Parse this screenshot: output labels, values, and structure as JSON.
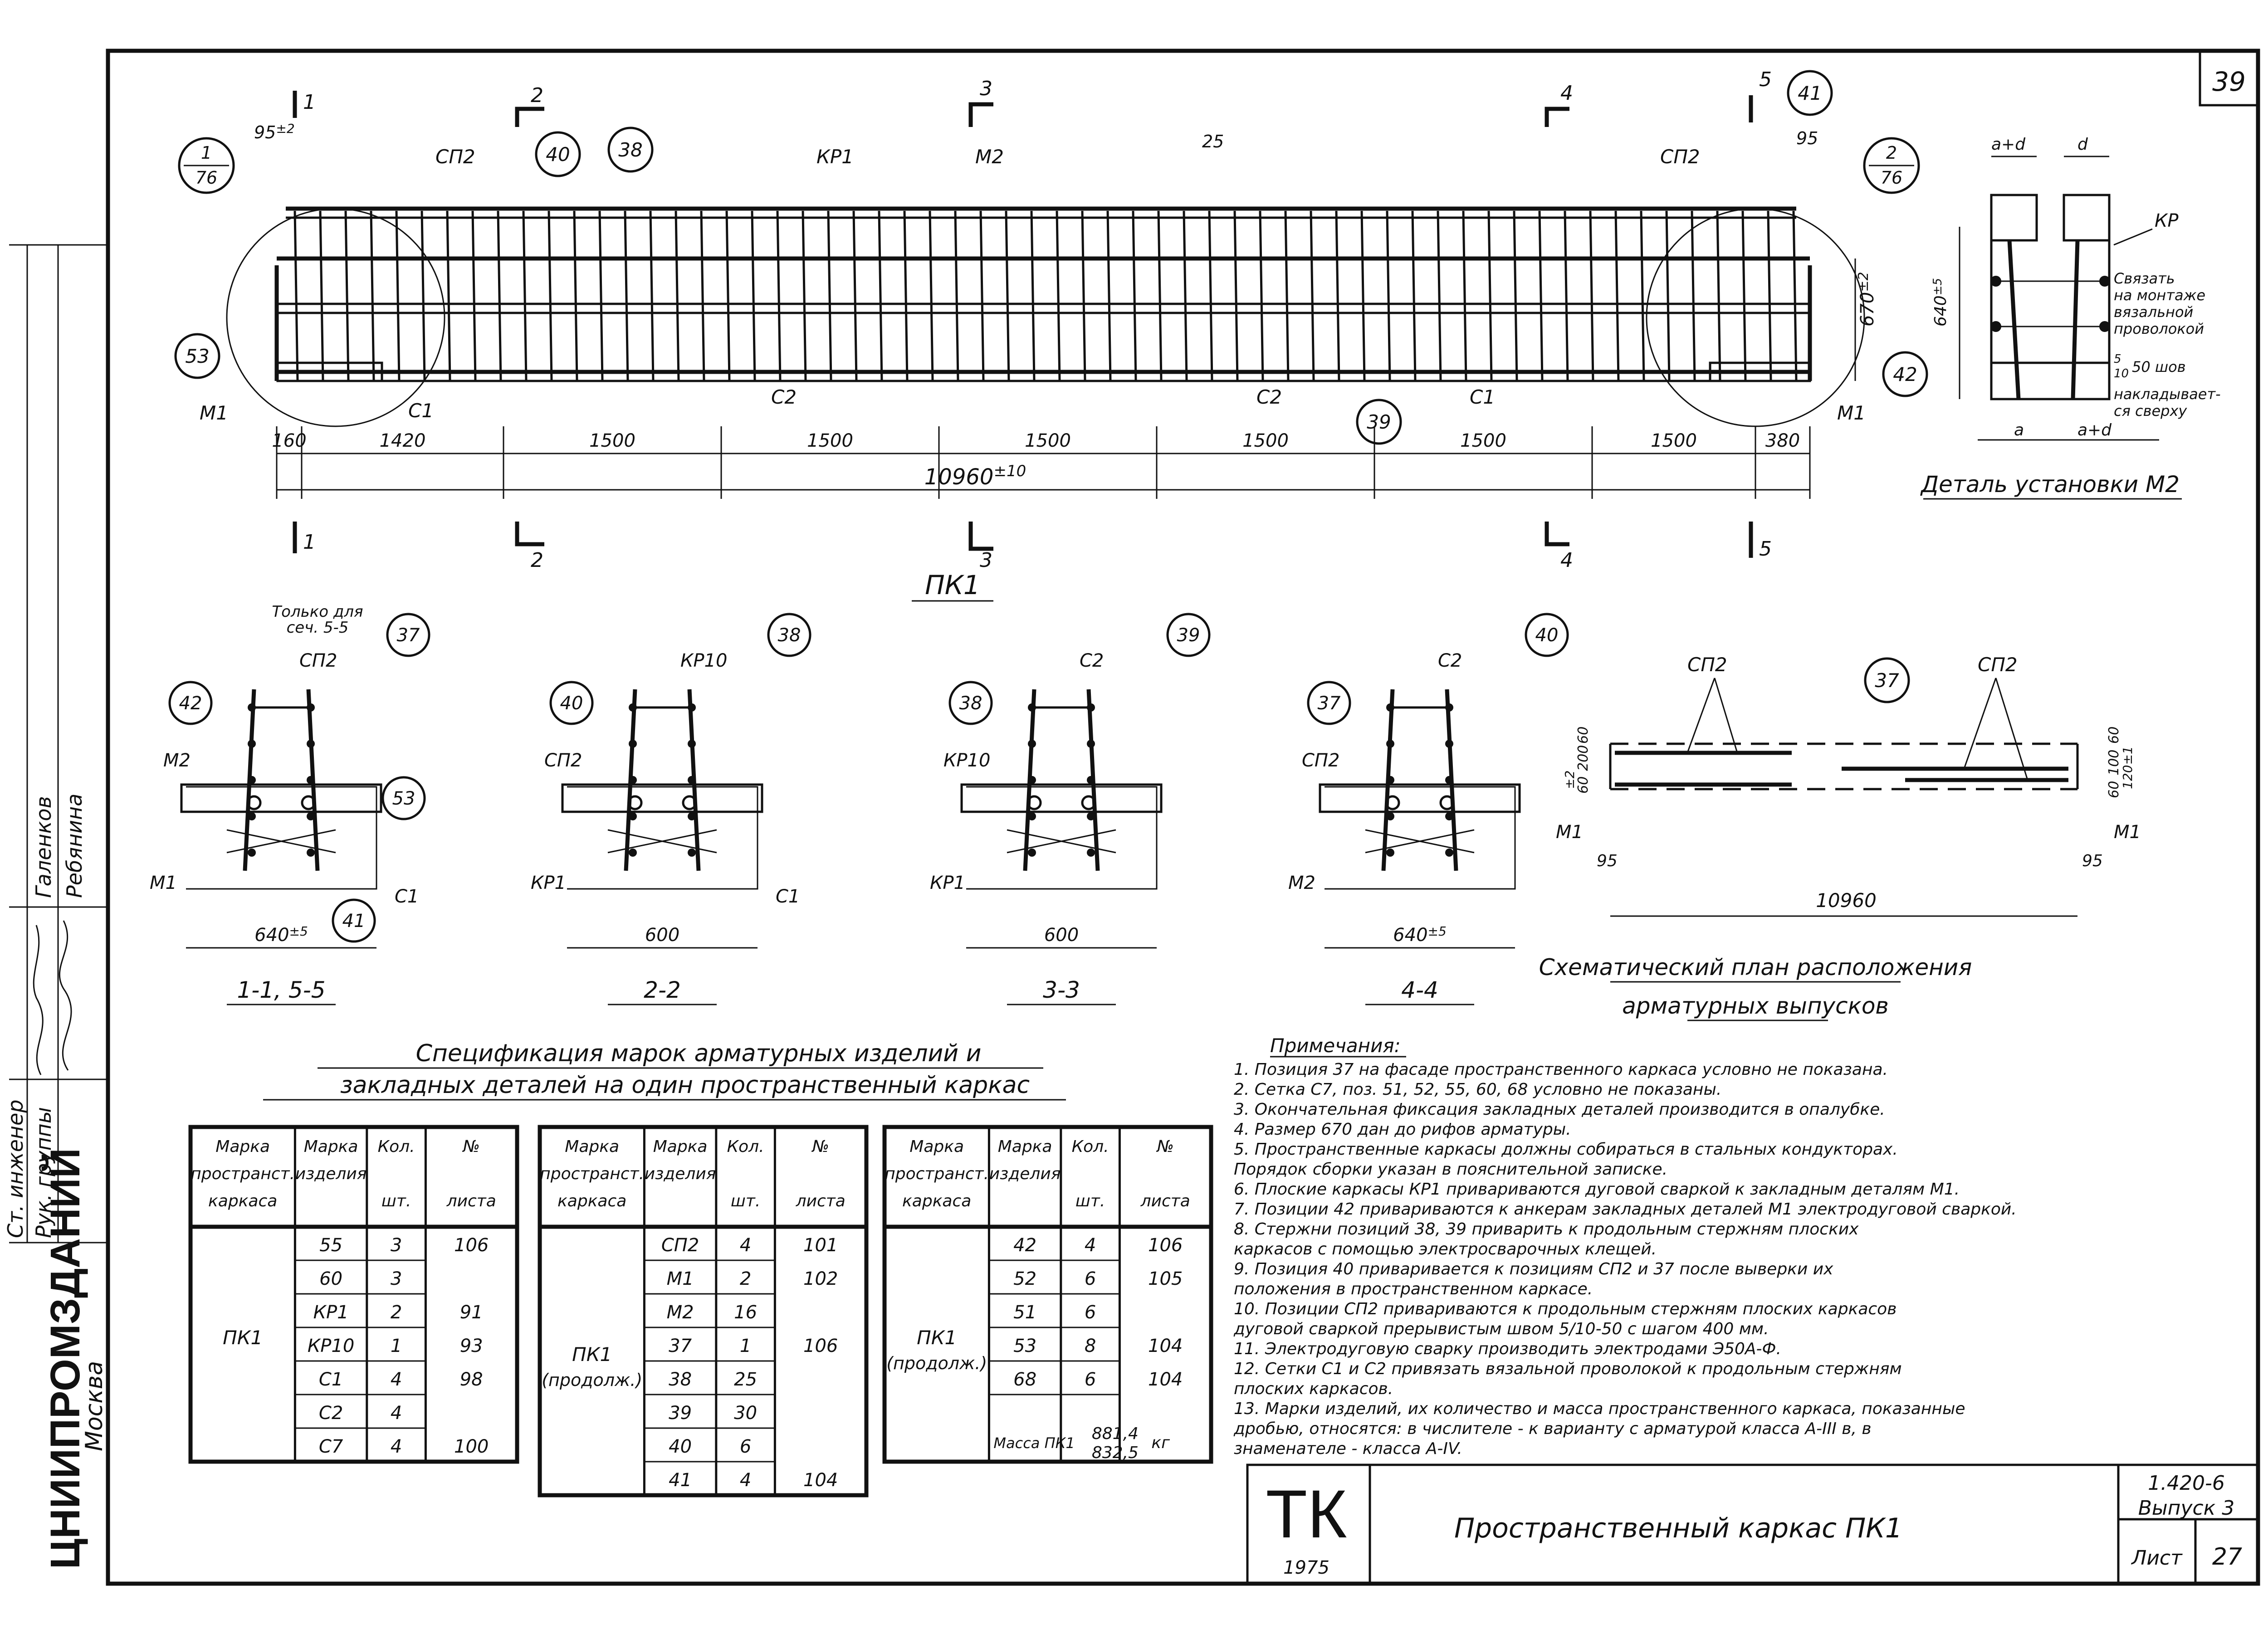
{
  "sheet_num": "39",
  "project": {
    "code": "1.420-6",
    "issue": "Выпуск 3",
    "sheet_label": "Лист",
    "sheet_no": "27",
    "logo": "ТК",
    "year": "1975",
    "title": "Пространственный каркас ПК1"
  },
  "org": {
    "name": "ЦНИИПРОМЗДАНИЙ",
    "city": "Москва"
  },
  "side_stamp": {
    "roles": [
      "Рук. группы",
      "Ст. инженер"
    ],
    "names": [
      "Галенков",
      "Ребянина"
    ]
  },
  "elevation": {
    "caption": "ПК1",
    "section_marks": [
      "1",
      "2",
      "3",
      "4",
      "5"
    ],
    "dims_bottom": [
      "160",
      "1420",
      "1500",
      "1500",
      "1500",
      "1500",
      "1500",
      "1500",
      "380"
    ],
    "overall": "10960",
    "overall_tol": "±10",
    "dims_top": {
      "left": "95",
      "left_tol": "±2",
      "mid": "25",
      "right": "95"
    },
    "dim_right": "670",
    "dim_right_tol": "±2",
    "labels": {
      "sp2_left": "СП2",
      "sp2_right": "СП2",
      "kr1": "КР1",
      "m2": "М2",
      "c2_a": "С2",
      "c2_b": "С2",
      "c1_a": "С1",
      "c1_b": "С1",
      "m1_left": "М1",
      "m1_right": "М1"
    },
    "callouts": {
      "c40": "40",
      "c38": "38",
      "c41": "41",
      "c53": "53",
      "c39": "39",
      "c42": "42"
    },
    "detail_left": {
      "top": "1",
      "bottom": "76"
    },
    "detail_right": {
      "top": "2",
      "bottom": "76"
    }
  },
  "detail_m2": {
    "caption": "Деталь установки М2",
    "ad_left": "a+d",
    "d_top": "d",
    "kr": "КР",
    "note_tie": [
      "Связать",
      "на монтаже",
      "вязальной",
      "проволокой"
    ],
    "weld": "50 шов",
    "weld_frac_top": "5",
    "weld_frac_bot": "10",
    "overlay": [
      "накладывает-",
      "ся сверху"
    ],
    "dim_640": "640",
    "dim_640_tol": "±5",
    "a": "a",
    "ad_right": "a+d"
  },
  "sections": [
    {
      "caption": "1-1, 5-5",
      "dim": "640",
      "dim_tol": "±5",
      "note": [
        "Только для",
        "сеч. 5-5"
      ],
      "labels": [
        "М2",
        "М1",
        "СП2",
        "С1"
      ],
      "callouts": [
        "42",
        "37",
        "53",
        "41"
      ]
    },
    {
      "caption": "2-2",
      "dim": "600",
      "labels": [
        "СП2",
        "КР1",
        "КР10",
        "С1"
      ],
      "callouts": [
        "40",
        "38"
      ]
    },
    {
      "caption": "3-3",
      "dim": "600",
      "labels": [
        "КР10",
        "КР1",
        "С2"
      ],
      "callouts": [
        "38",
        "39"
      ]
    },
    {
      "caption": "4-4",
      "dim": "640",
      "dim_tol": "±5",
      "labels": [
        "СП2",
        "М2",
        "С2"
      ],
      "callouts": [
        "37",
        "40"
      ]
    }
  ],
  "scheme": {
    "caption_l1": "Схематический план расположения",
    "caption_l2": "арматурных выпусков",
    "labels": {
      "sp2_left": "СП2",
      "sp2_right": "СП2",
      "c37": "37",
      "m1_left": "М1",
      "m1_right": "М1"
    },
    "dims": {
      "d95l": "95",
      "d95r": "95",
      "overall": "10960",
      "left_stack": [
        "60",
        "200",
        "60"
      ],
      "left_tol": "±2",
      "right_stack": [
        "60",
        "100",
        "60"
      ],
      "right_tol": "120±1"
    }
  },
  "spec": {
    "title_l1": "Спецификация марок арматурных изделий и",
    "title_l2": "закладных деталей на один пространственный каркас",
    "headers": [
      "Марка пространст. каркаса",
      "Марка изделия",
      "Кол. шт.",
      "№ листа"
    ],
    "t1": {
      "frame": "ПК1",
      "rows": [
        [
          "55",
          "3",
          "106"
        ],
        [
          "60",
          "3",
          ""
        ],
        [
          "КР1",
          "2",
          "91"
        ],
        [
          "КР10",
          "1",
          "93"
        ],
        [
          "С1",
          "4",
          "98"
        ],
        [
          "С2",
          "4",
          ""
        ],
        [
          "С7",
          "4",
          "100"
        ]
      ]
    },
    "t2": {
      "frame": "ПК1",
      "frame2": "(продолж.)",
      "rows": [
        [
          "СП2",
          "4",
          "101"
        ],
        [
          "М1",
          "2",
          "102"
        ],
        [
          "М2",
          "16",
          ""
        ],
        [
          "37",
          "1",
          "106"
        ],
        [
          "38",
          "25",
          ""
        ],
        [
          "39",
          "30",
          ""
        ],
        [
          "40",
          "6",
          ""
        ],
        [
          "41",
          "4",
          "104"
        ]
      ]
    },
    "t3": {
      "frame": "ПК1",
      "frame2": "(продолж.)",
      "rows": [
        [
          "42",
          "4",
          "106"
        ],
        [
          "52",
          "6",
          "105"
        ],
        [
          "51",
          "6",
          ""
        ],
        [
          "53",
          "8",
          "104"
        ],
        [
          "68",
          "6",
          "104"
        ]
      ],
      "mass_label": "Масса ПК1",
      "mass_top": "881,4",
      "mass_bot": "832,5",
      "mass_unit": "кг"
    }
  },
  "notes": {
    "title": "Примечания:",
    "items": [
      "1. Позиция 37 на фасаде пространственного каркаса условно не показана.",
      "2. Сетка С7, поз. 51, 52, 55, 60, 68 условно не показаны.",
      "3. Окончательная фиксация закладных деталей производится в опалубке.",
      "4. Размер 670 дан до рифов арматуры.",
      "5. Пространственные каркасы должны собираться в стальных кондукторах.",
      "   Порядок сборки указан в пояснительной записке.",
      "6. Плоские каркасы КР1 привариваются дуговой сваркой к закладным деталям М1.",
      "7. Позиции 42 привариваются к анкерам закладных деталей М1 электродуговой сваркой.",
      "8. Стержни позиций 38, 39 приварить к продольным стержням плоских",
      "   каркасов с помощью электросварочных клещей.",
      "9. Позиция 40 приваривается к позициям СП2 и 37 после выверки их",
      "   положения в пространственном каркасе.",
      "10. Позиции СП2 привариваются к продольным стержням плоских каркасов",
      "   дуговой сваркой прерывистым швом 5/10-50 с шагом 400 мм.",
      "11. Электродуговую сварку производить электродами Э50А-Ф.",
      "12. Сетки С1 и С2 привязать вязальной проволокой к продольным стержням",
      "   плоских каркасов.",
      "13. Марки изделий, их количество и масса пространственного каркаса, показанные",
      "   дробью, относятся: в числителе - к варианту с арматурой класса А-III в, в",
      "   знаменателе - класса А-IV."
    ]
  }
}
